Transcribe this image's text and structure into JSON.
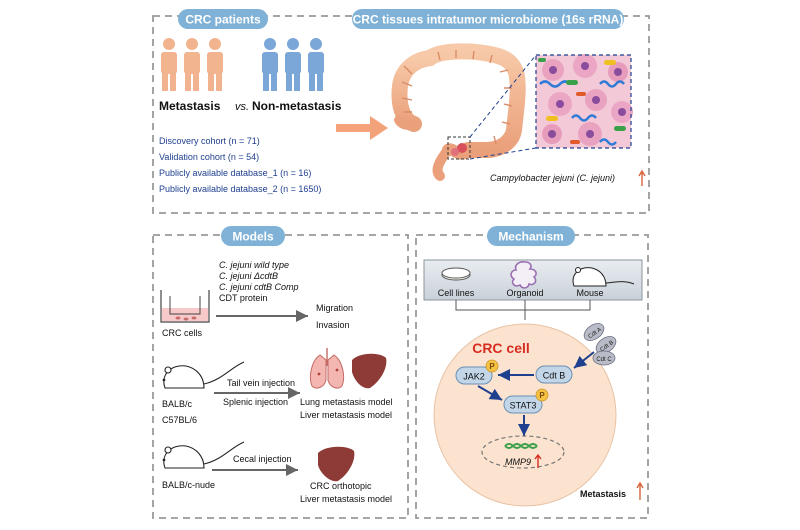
{
  "top": {
    "patients_title": "CRC patients",
    "microbiome_title": "CRC tissues intratumor microbiome (16s rRNA)",
    "metastasis": "Metastasis",
    "vs": "vs.",
    "non_metastasis": "Non-metastasis",
    "cohorts": [
      "Discovery cohort (n = 71)",
      "Validation cohort  (n = 54)",
      "Publicly available database_1  (n = 16)",
      "Publicly available database_2  (n = 1650)"
    ],
    "bacteria_label": "Campylobacter jejuni (C. jejuni)"
  },
  "models": {
    "title": "Models",
    "treatments": [
      "C. jejuni wild type",
      "C. jejuni ΔcdtB",
      "C. jejuni cdtB Comp",
      "CDT protein"
    ],
    "crc_cells": "CRC cells",
    "outcomes": [
      "Migration",
      "Invasion"
    ],
    "strains_1": [
      "BALB/c",
      "C57BL/6"
    ],
    "injections_1": [
      "Tail vein injection",
      "Splenic injection"
    ],
    "results_1": [
      "Lung metastasis model",
      "Liver metastasis model"
    ],
    "strain_2": "BALB/c-nude",
    "injection_2": "Cecal injection",
    "results_2": [
      "CRC orthotopic",
      "Liver metastasis model"
    ]
  },
  "mechanism": {
    "title": "Mechanism",
    "systems": [
      "Cell lines",
      "Organoid",
      "Mouse"
    ],
    "cell_title": "CRC cell",
    "cdt_a": "Cdt A",
    "cdt_b_small": "Cdt B",
    "cdt_c": "Cdt C",
    "cdt_b": "Cdt B",
    "jak2": "JAK2",
    "stat3": "STAT3",
    "p": "P",
    "mmp9": "MMP9",
    "metastasis": "Metastasis"
  },
  "colors": {
    "badge": "#7fb2d6",
    "orange_person": "#f1b48e",
    "blue_person": "#7aa6d8",
    "navy_text": "#1f3f8f",
    "arrow_orange": "#f4a27a",
    "cell_fill": "#fbe3cf",
    "dark_red": "#8e3a36",
    "red": "#d62d20"
  }
}
